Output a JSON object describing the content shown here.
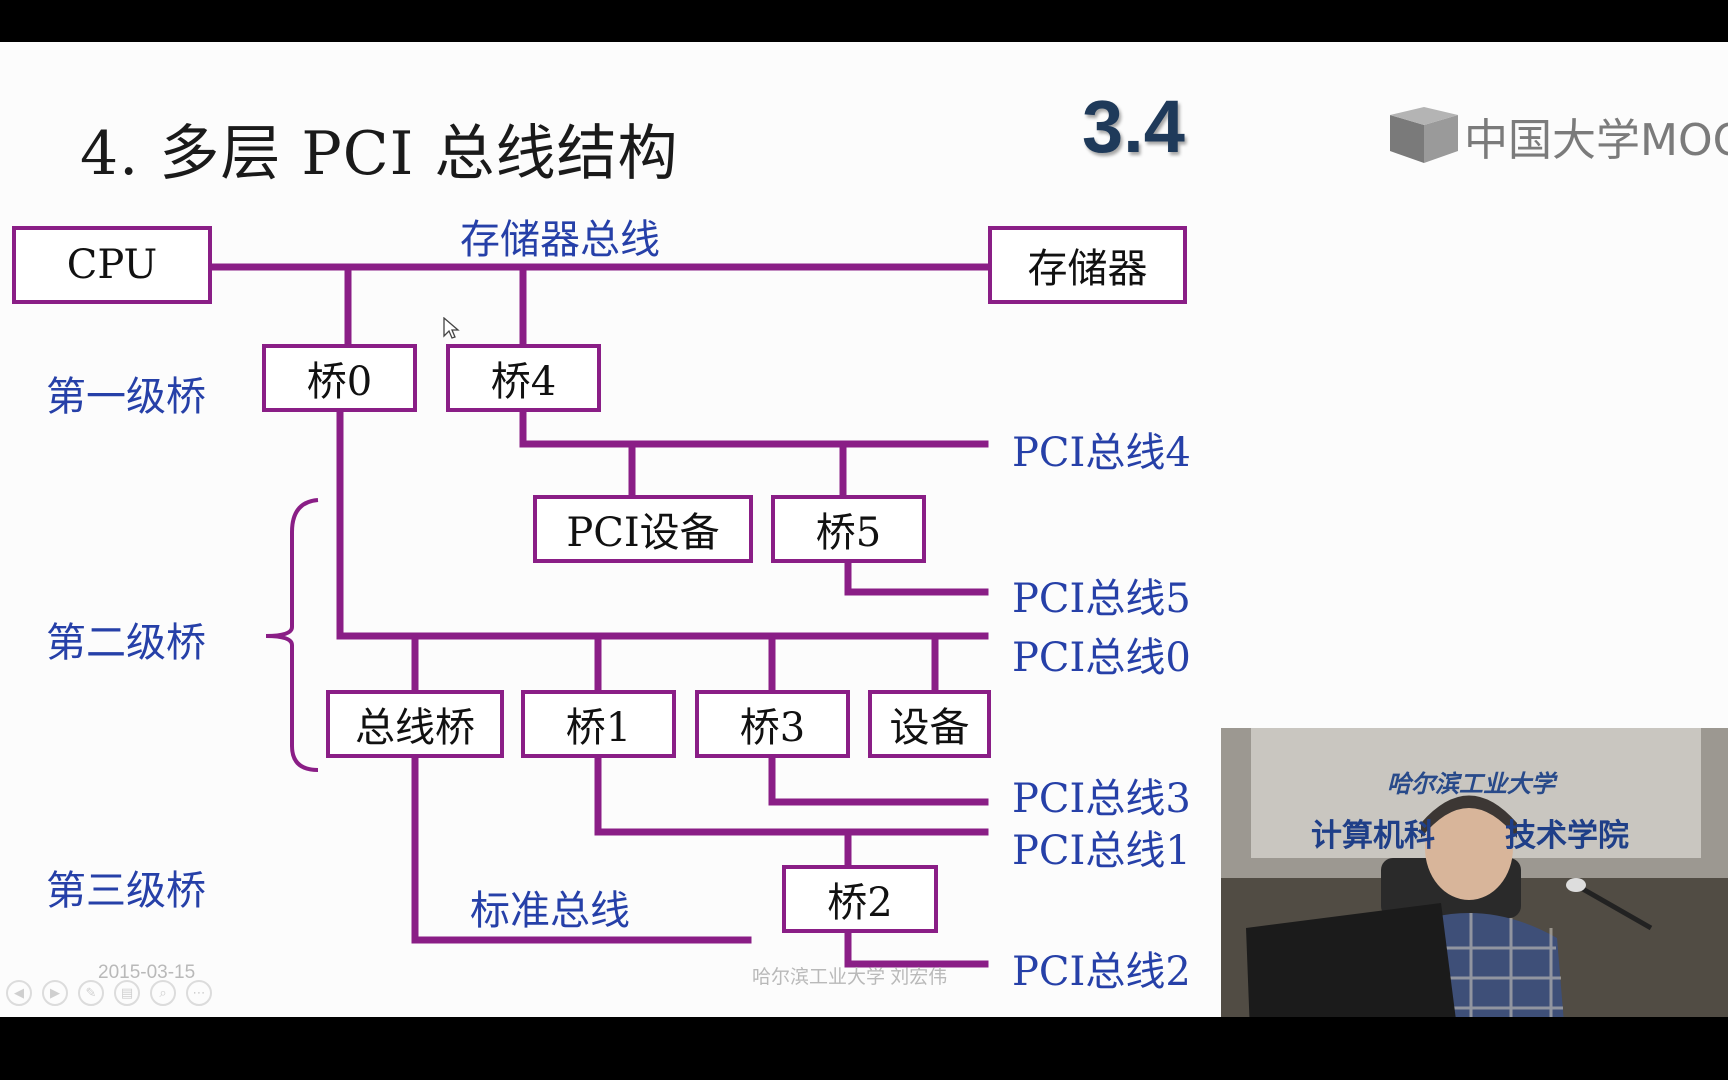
{
  "slide": {
    "title": "4. 多层 PCI 总线结构",
    "section_number": "3.4",
    "logo_text": "中国大学MOOC",
    "date": "2015-03-15",
    "footer": "哈尔滨工业大学  刘宏伟",
    "accent_color": "#8a1e86",
    "label_color": "#2640a8"
  },
  "diagram": {
    "nodes": {
      "cpu": "CPU",
      "memory": "存储器",
      "bridge0": "桥0",
      "bridge4": "桥4",
      "pci_device": "PCI设备",
      "bridge5": "桥5",
      "bus_bridge": "总线桥",
      "bridge1": "桥1",
      "bridge3": "桥3",
      "device": "设备",
      "bridge2": "桥2"
    },
    "bus_labels": {
      "memory_bus": "存储器总线",
      "pci_bus4": "PCI总线4",
      "pci_bus5": "PCI总线5",
      "pci_bus0": "PCI总线0",
      "pci_bus3": "PCI总线3",
      "pci_bus1": "PCI总线1",
      "pci_bus2": "PCI总线2",
      "standard_bus": "标准总线"
    },
    "level_labels": {
      "level1": "第一级桥",
      "level2": "第二级桥",
      "level3": "第三级桥"
    }
  },
  "video_overlay": {
    "school_sign": "哈尔滨工业大学",
    "college_sign_left": "计算机科",
    "college_sign_right": "技术学院"
  },
  "player_controls": [
    "prev-icon",
    "next-icon",
    "pen-icon",
    "menu-icon",
    "zoom-icon",
    "more-icon"
  ]
}
